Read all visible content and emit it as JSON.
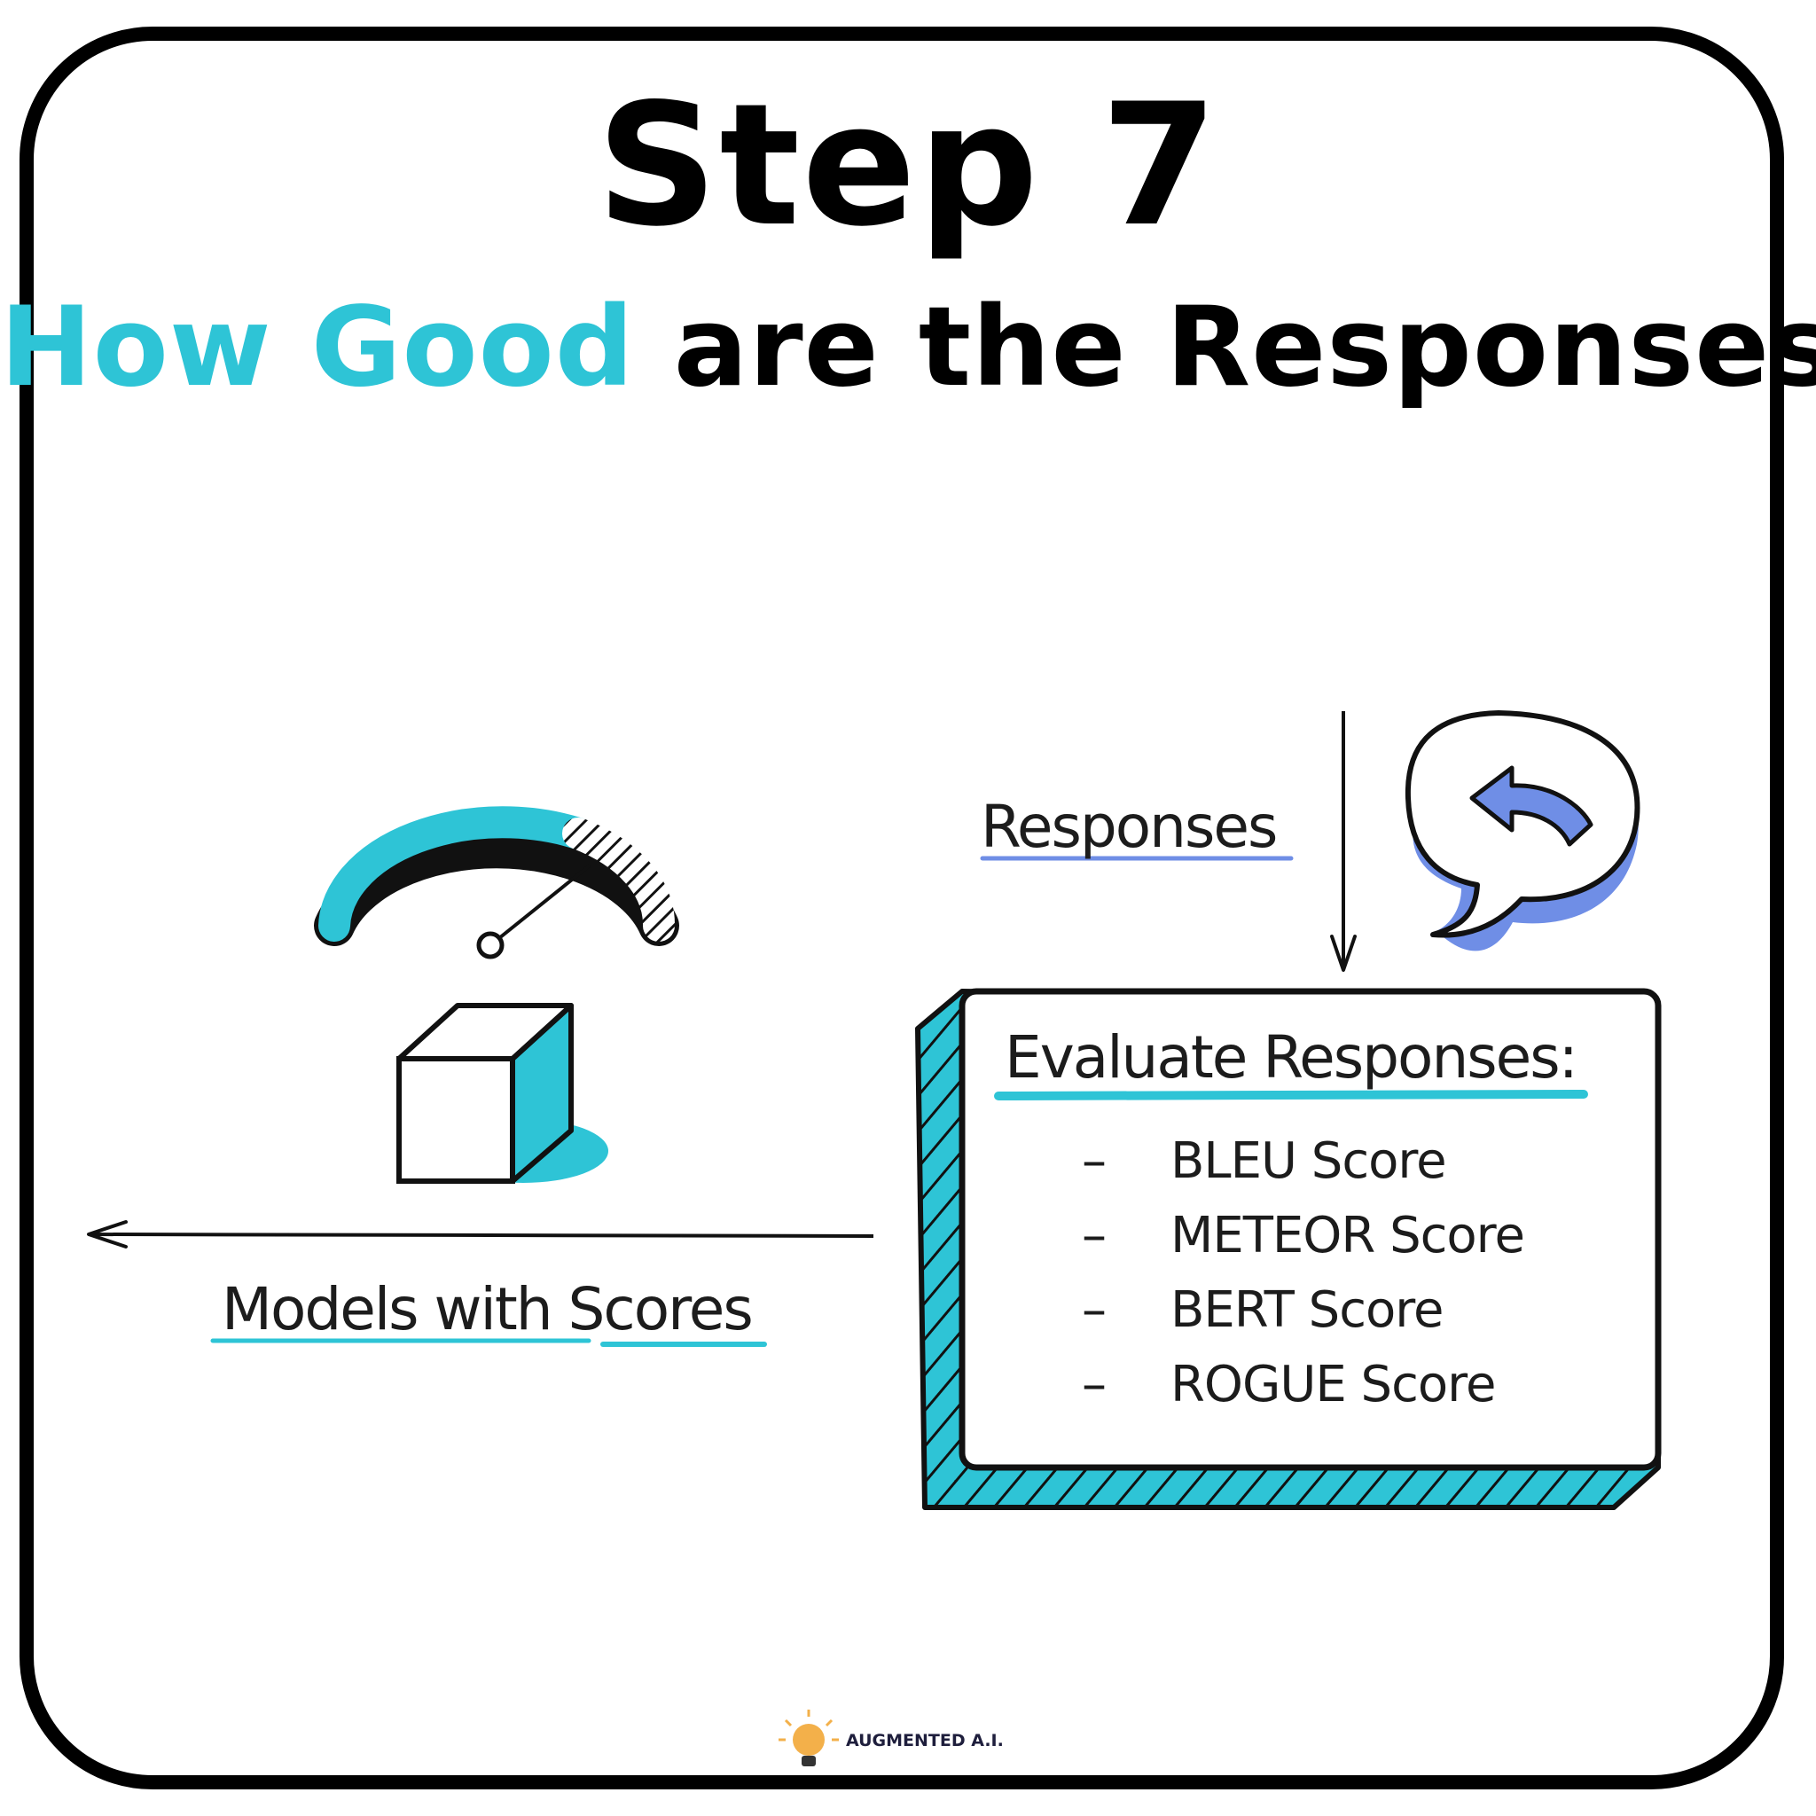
{
  "title": {
    "step": "Step 7",
    "question_accent": "How Good",
    "question_rest": "are the Responses?"
  },
  "flow": {
    "input_label": "Responses",
    "output_label": "Models with Scores"
  },
  "evaluation_box": {
    "heading": "Evaluate Responses:",
    "metrics": [
      {
        "dash": "–",
        "label": "BLEU Score"
      },
      {
        "dash": "–",
        "label": "METEOR Score"
      },
      {
        "dash": "–",
        "label": "BERT Score"
      },
      {
        "dash": "–",
        "label": "ROGUE Score"
      }
    ]
  },
  "gauge": {
    "level_fraction": 0.8
  },
  "logo": {
    "name": "AUGMENTED A.I."
  },
  "colors": {
    "accent": "#2ec4d6",
    "speech_accent": "#6f8ee6",
    "ink": "#000000",
    "background": "#ffffff"
  },
  "icons": [
    "gauge-icon",
    "cube-icon",
    "speech-bubble-icon",
    "reply-arrow-icon",
    "lightbulb-icon"
  ]
}
